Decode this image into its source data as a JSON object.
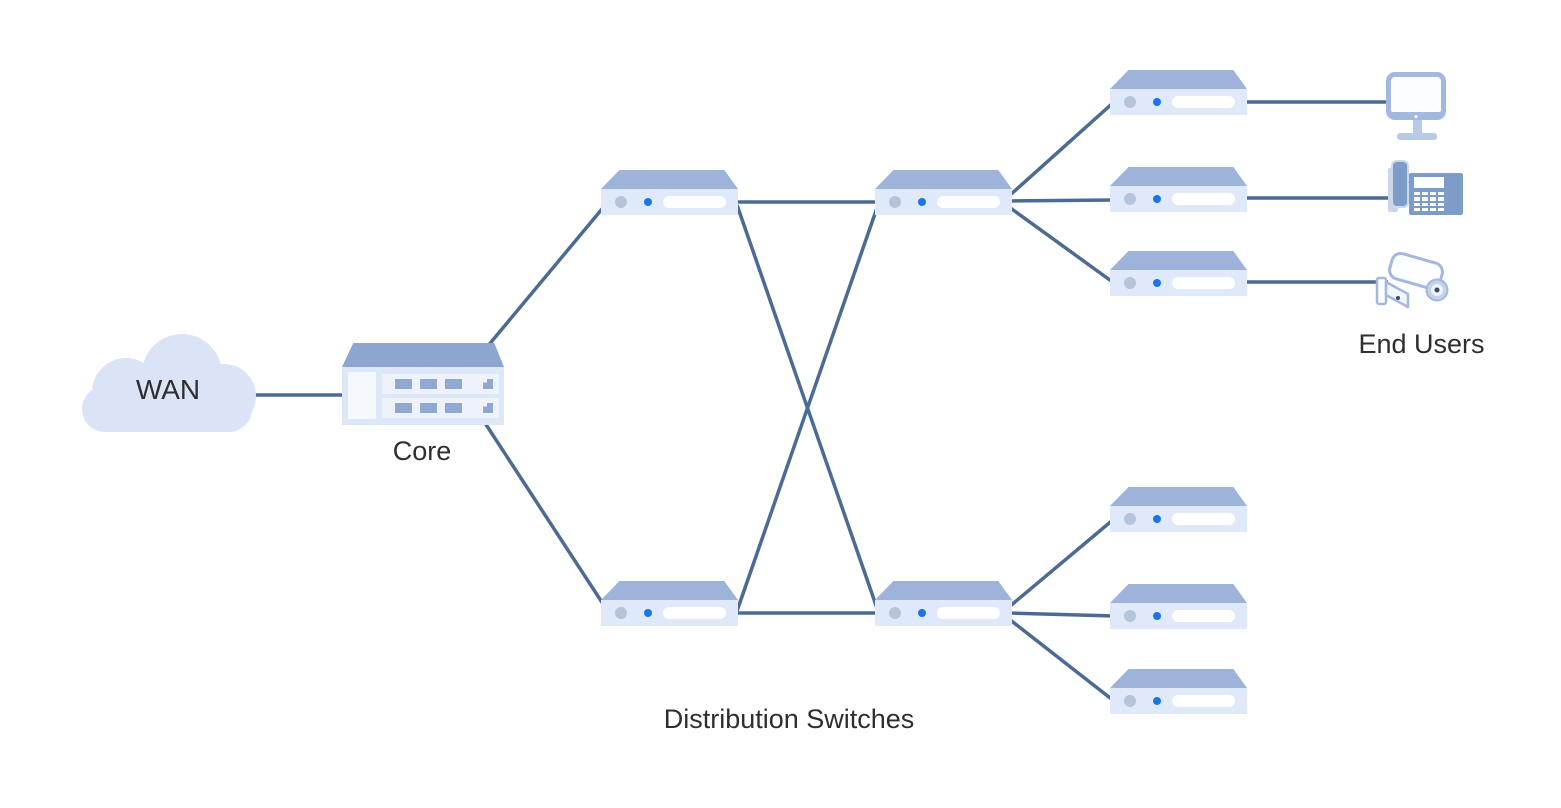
{
  "diagram": {
    "labels": {
      "core": "Core",
      "distribution_switches": "Distribution Switches",
      "end_users": "End Users"
    },
    "nodes": [
      {
        "id": "wan",
        "type": "cloud",
        "label": "WAN"
      },
      {
        "id": "core",
        "type": "core-switch"
      },
      {
        "id": "dist-top-left",
        "type": "switch"
      },
      {
        "id": "dist-top-right",
        "type": "switch"
      },
      {
        "id": "dist-bottom-left",
        "type": "switch"
      },
      {
        "id": "dist-bottom-right",
        "type": "switch"
      },
      {
        "id": "access-top-1",
        "type": "switch"
      },
      {
        "id": "access-top-2",
        "type": "switch"
      },
      {
        "id": "access-top-3",
        "type": "switch"
      },
      {
        "id": "access-bottom-1",
        "type": "switch"
      },
      {
        "id": "access-bottom-2",
        "type": "switch"
      },
      {
        "id": "access-bottom-3",
        "type": "switch"
      },
      {
        "id": "end-user-monitor",
        "type": "monitor"
      },
      {
        "id": "end-user-phone",
        "type": "phone"
      },
      {
        "id": "end-user-camera",
        "type": "camera"
      }
    ],
    "edges": [
      {
        "from": "wan",
        "to": "core"
      },
      {
        "from": "core",
        "to": "dist-top-left"
      },
      {
        "from": "core",
        "to": "dist-bottom-left"
      },
      {
        "from": "dist-top-left",
        "to": "dist-top-right"
      },
      {
        "from": "dist-top-left",
        "to": "dist-bottom-right"
      },
      {
        "from": "dist-bottom-left",
        "to": "dist-top-right"
      },
      {
        "from": "dist-bottom-left",
        "to": "dist-bottom-right"
      },
      {
        "from": "dist-top-right",
        "to": "access-top-1"
      },
      {
        "from": "dist-top-right",
        "to": "access-top-2"
      },
      {
        "from": "dist-top-right",
        "to": "access-top-3"
      },
      {
        "from": "dist-bottom-right",
        "to": "access-bottom-1"
      },
      {
        "from": "dist-bottom-right",
        "to": "access-bottom-2"
      },
      {
        "from": "dist-bottom-right",
        "to": "access-bottom-3"
      },
      {
        "from": "access-top-1",
        "to": "end-user-monitor"
      },
      {
        "from": "access-top-2",
        "to": "end-user-phone"
      },
      {
        "from": "access-top-3",
        "to": "end-user-camera"
      }
    ],
    "colors": {
      "line": "#4c6b94",
      "switch-top": "#9db3da",
      "switch-body": "#dfe9f9",
      "led-gray": "#b6c4db",
      "led-blue": "#1b74e8",
      "cloud": "#dbe4f6",
      "core-top": "#8ca6d0",
      "core-body": "#dce7f7",
      "core-slot": "#edf2fb",
      "port": "#8fa9d3",
      "device-outline": "#a3b8de",
      "device-stand": "#b9c9e8",
      "device-fill": "#7e9cc9",
      "ink": "#2e2e2e"
    }
  }
}
